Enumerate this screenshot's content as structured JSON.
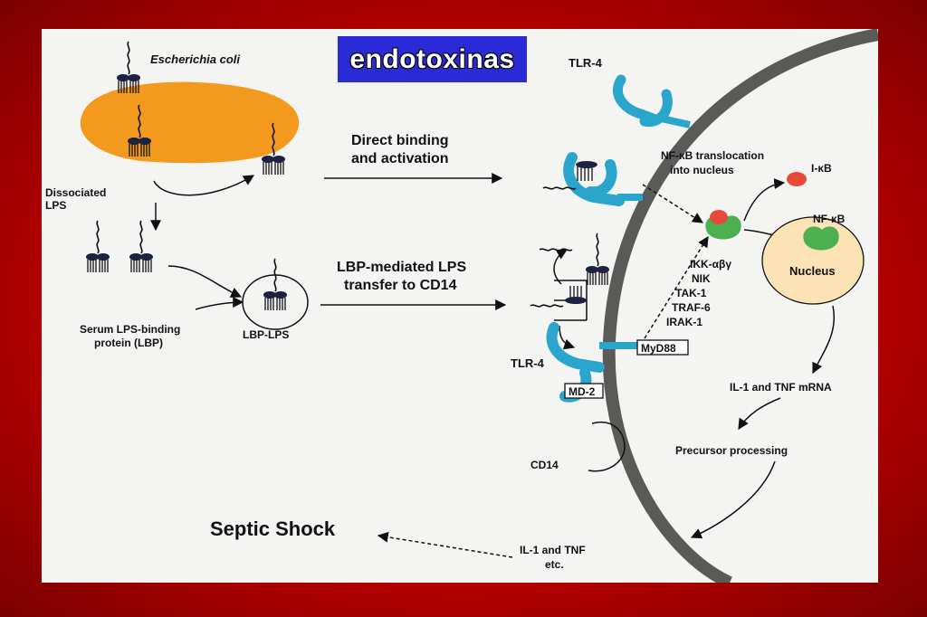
{
  "title": "endotoxinas",
  "labels": {
    "ecoli": "Escherichia coli",
    "dissociated_1": "Dissociated",
    "dissociated_2": "LPS",
    "direct_1": "Direct binding",
    "direct_2": "and activation",
    "lbp_mediated_1": "LBP-mediated LPS",
    "lbp_mediated_2": "transfer to CD14",
    "serum_1": "Serum LPS-binding",
    "serum_2": "protein (LBP)",
    "lbp_lps": "LBP-LPS",
    "tlr4_top": "TLR-4",
    "tlr4_bottom": "TLR-4",
    "nfkb_trans_1": "NF-κB translocation",
    "nfkb_trans_2": "into nucleus",
    "ikb": "I-κB",
    "nfkb": "NF-κB",
    "nucleus": "Nucleus",
    "ikk": "IKK-αβγ",
    "nik": "NIK",
    "tak1": "TAK-1",
    "traf6": "TRAF-6",
    "irak1": "IRAK-1",
    "myd88": "MyD88",
    "md2": "MD-2",
    "cd14": "CD14",
    "il1_tnf_mrna": "IL-1 and TNF mRNA",
    "precursor": "Precursor processing",
    "il1_tnf_1": "IL-1 and TNF",
    "il1_tnf_2": "etc.",
    "septic": "Septic Shock"
  },
  "colors": {
    "background_red": "#e00000",
    "panel": "#f4f4f3",
    "title_box": "#2a2ad6",
    "bacterium": "#f39a1e",
    "membrane": "#5a5a58",
    "receptor": "#2aa6cc",
    "ikb": "#e84a3a",
    "nfkb": "#4caf50",
    "nucleus": "#fbe3b6",
    "lps_head": "#1d2142"
  }
}
